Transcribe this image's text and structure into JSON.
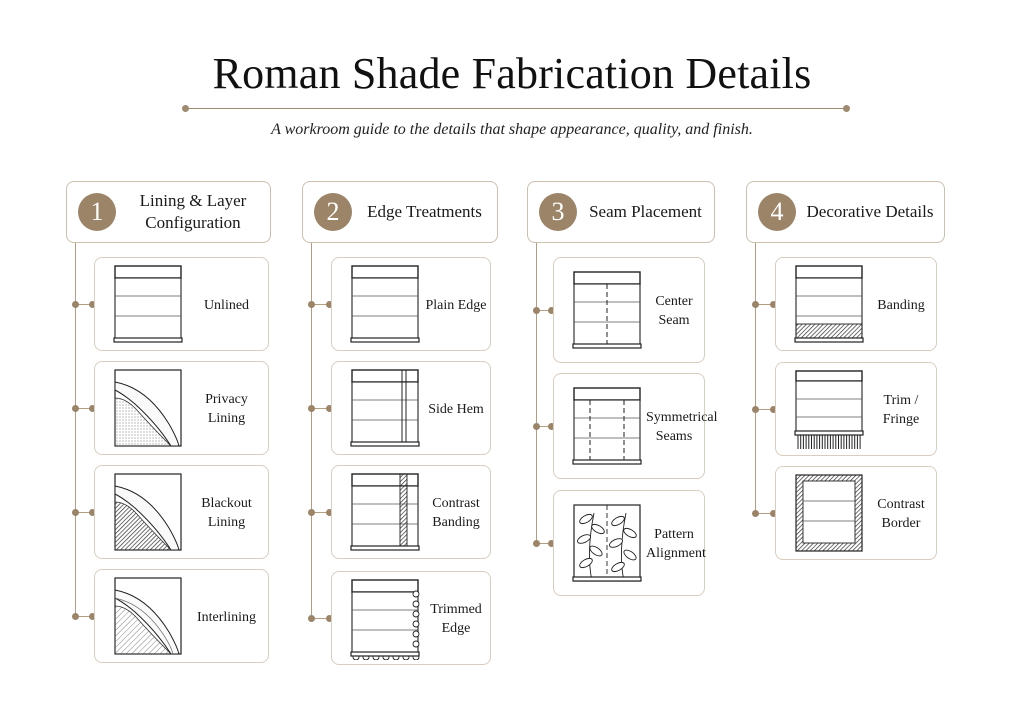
{
  "title": "Roman Shade Fabrication Details",
  "subtitle": "A workroom guide to the details that shape appearance, quality, and finish.",
  "colors": {
    "accent": "#9c8468",
    "line": "#b39e84",
    "card_border": "#d9cdbf"
  },
  "columns": [
    {
      "number": "1",
      "label": "Lining & Layer\nConfiguration",
      "items": [
        {
          "label": "Unlined",
          "icon": "unlined-shade-icon"
        },
        {
          "label": "Privacy\nLining",
          "icon": "privacy-lining-icon"
        },
        {
          "label": "Blackout\nLining",
          "icon": "blackout-lining-icon"
        },
        {
          "label": "Interlining",
          "icon": "interlining-icon"
        }
      ]
    },
    {
      "number": "2",
      "label": "Edge Treatments",
      "items": [
        {
          "label": "Plain Edge",
          "icon": "plain-edge-shade-icon"
        },
        {
          "label": "Side Hem",
          "icon": "side-hem-shade-icon"
        },
        {
          "label": "Contrast\nBanding",
          "icon": "contrast-banding-shade-icon"
        },
        {
          "label": "Trimmed\nEdge",
          "icon": "trimmed-edge-shade-icon"
        }
      ]
    },
    {
      "number": "3",
      "label": "Seam Placement",
      "items": [
        {
          "label": "Center\nSeam",
          "icon": "center-seam-shade-icon"
        },
        {
          "label": "Symmetrical\nSeams",
          "icon": "symmetrical-seams-shade-icon"
        },
        {
          "label": "Pattern\nAlignment",
          "icon": "pattern-alignment-shade-icon"
        }
      ]
    },
    {
      "number": "4",
      "label": "Decorative Details",
      "items": [
        {
          "label": "Banding",
          "icon": "bottom-banding-shade-icon"
        },
        {
          "label": "Trim /\nFringe",
          "icon": "fringe-trim-shade-icon"
        },
        {
          "label": "Contrast\nBorder",
          "icon": "contrast-border-shade-icon"
        }
      ]
    }
  ]
}
